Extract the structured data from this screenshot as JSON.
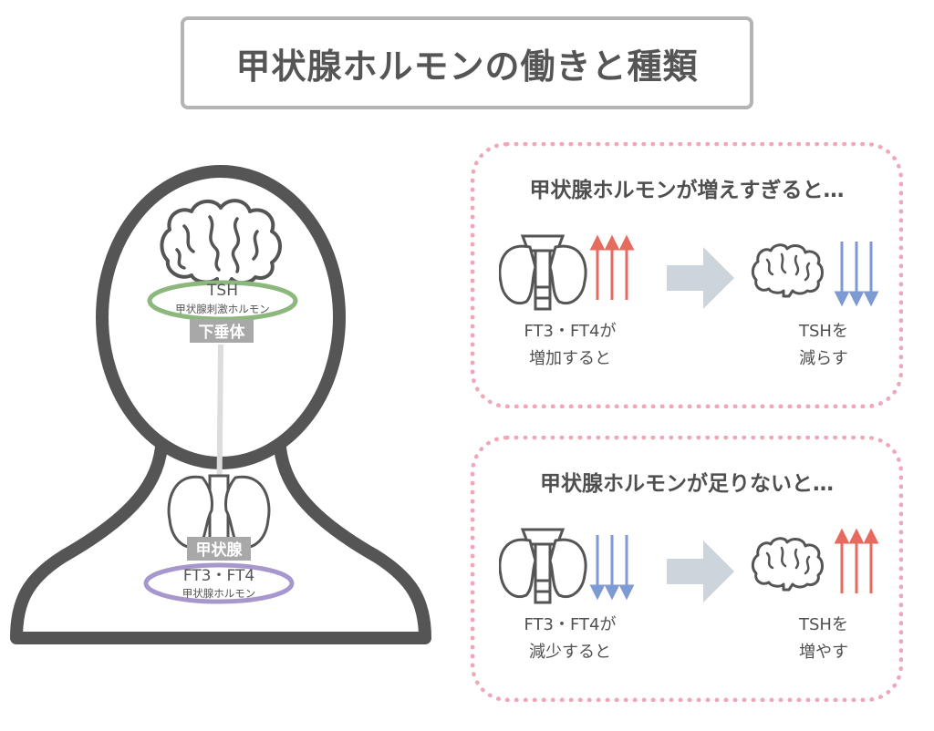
{
  "title": "甲状腺ホルモンの働きと種類",
  "pituitary": {
    "hormone_name": "TSH",
    "hormone_subtitle": "甲状腺刺激ホルモン",
    "organ_label": "下垂体"
  },
  "thyroid": {
    "organ_label": "甲状腺",
    "hormone_name": "FT3・FT4",
    "hormone_subtitle": "甲状腺ホルモン"
  },
  "panels": [
    {
      "title": "甲状腺ホルモンが増えすぎると…",
      "left_caption": [
        "FT3・FT4が",
        "増加すると"
      ],
      "right_caption": [
        "TSHを",
        "減らす"
      ]
    },
    {
      "title": "甲状腺ホルモンが足りないと…",
      "left_caption": [
        "FT3・FT4が",
        "減少すると"
      ],
      "right_caption": [
        "TSHを",
        "増やす"
      ]
    }
  ],
  "colors": {
    "outline": "#555555",
    "pituitary_ring": "#8cb87e",
    "thyroid_ring": "#a797cc",
    "up_arrow": "#e66a5e",
    "down_arrow": "#7e9ad4",
    "panel_border": "#f0a8b8",
    "flow_arrow": "#ccd4dc",
    "label_badge": "#a8a8a8"
  }
}
